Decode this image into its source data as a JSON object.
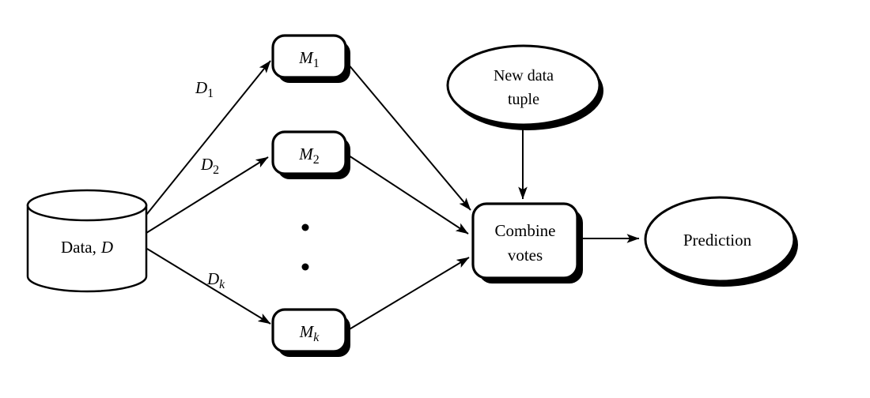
{
  "diagram": {
    "background_color": "#ffffff",
    "stroke_color": "#000000",
    "node_fill_color": "#ffffff",
    "shadow_color": "#000000",
    "nodes": {
      "data_cylinder": {
        "text": "Data,",
        "var": "D"
      },
      "model_1": {
        "base": "M",
        "sub": "1"
      },
      "model_2": {
        "base": "M",
        "sub": "2"
      },
      "model_k": {
        "base": "M",
        "sub": "k"
      },
      "new_data_tuple": {
        "line1": "New data",
        "line2": "tuple"
      },
      "combine_votes": {
        "line1": "Combine",
        "line2": "votes"
      },
      "prediction": {
        "label": "Prediction"
      }
    },
    "edge_labels": {
      "d1": {
        "base": "D",
        "sub": "1"
      },
      "d2": {
        "base": "D",
        "sub": "2"
      },
      "dk": {
        "base": "D",
        "sub": "k"
      }
    }
  }
}
